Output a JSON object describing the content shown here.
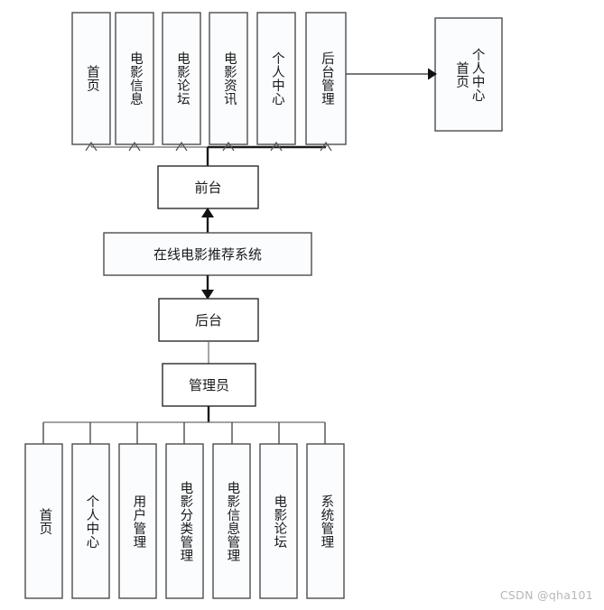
{
  "diagram": {
    "type": "hierarchy-block-diagram",
    "title_node": "在线电影推荐系统",
    "watermark": "CSDN @qha101",
    "colors": {
      "node_fill": "#fbfcfe",
      "node_stroke": "#4d4d4d",
      "connector": "#4d4d4d",
      "connector_thick": "#1a1a1a",
      "text": "#1a1a1a",
      "watermark": "#b7b7b7"
    },
    "system": {
      "label": "在线电影推荐系统"
    },
    "frontend": {
      "label": "前台"
    },
    "backend": {
      "label": "后台"
    },
    "admin": {
      "label": "管理员"
    },
    "frontend_modules": [
      {
        "label": "首页"
      },
      {
        "label": "电影信息"
      },
      {
        "label": "电影论坛"
      },
      {
        "label": "电影资讯"
      },
      {
        "label": "个人中心"
      },
      {
        "label": "后台管理"
      }
    ],
    "detail_node": {
      "column_right": "个人中心",
      "column_left": "首页"
    },
    "backend_modules": [
      {
        "label": "首页"
      },
      {
        "label": "个人中心"
      },
      {
        "label": "用户管理"
      },
      {
        "label": "电影分类管理"
      },
      {
        "label": "电影信息管理"
      },
      {
        "label": "电影论坛"
      },
      {
        "label": "系统管理"
      }
    ]
  }
}
